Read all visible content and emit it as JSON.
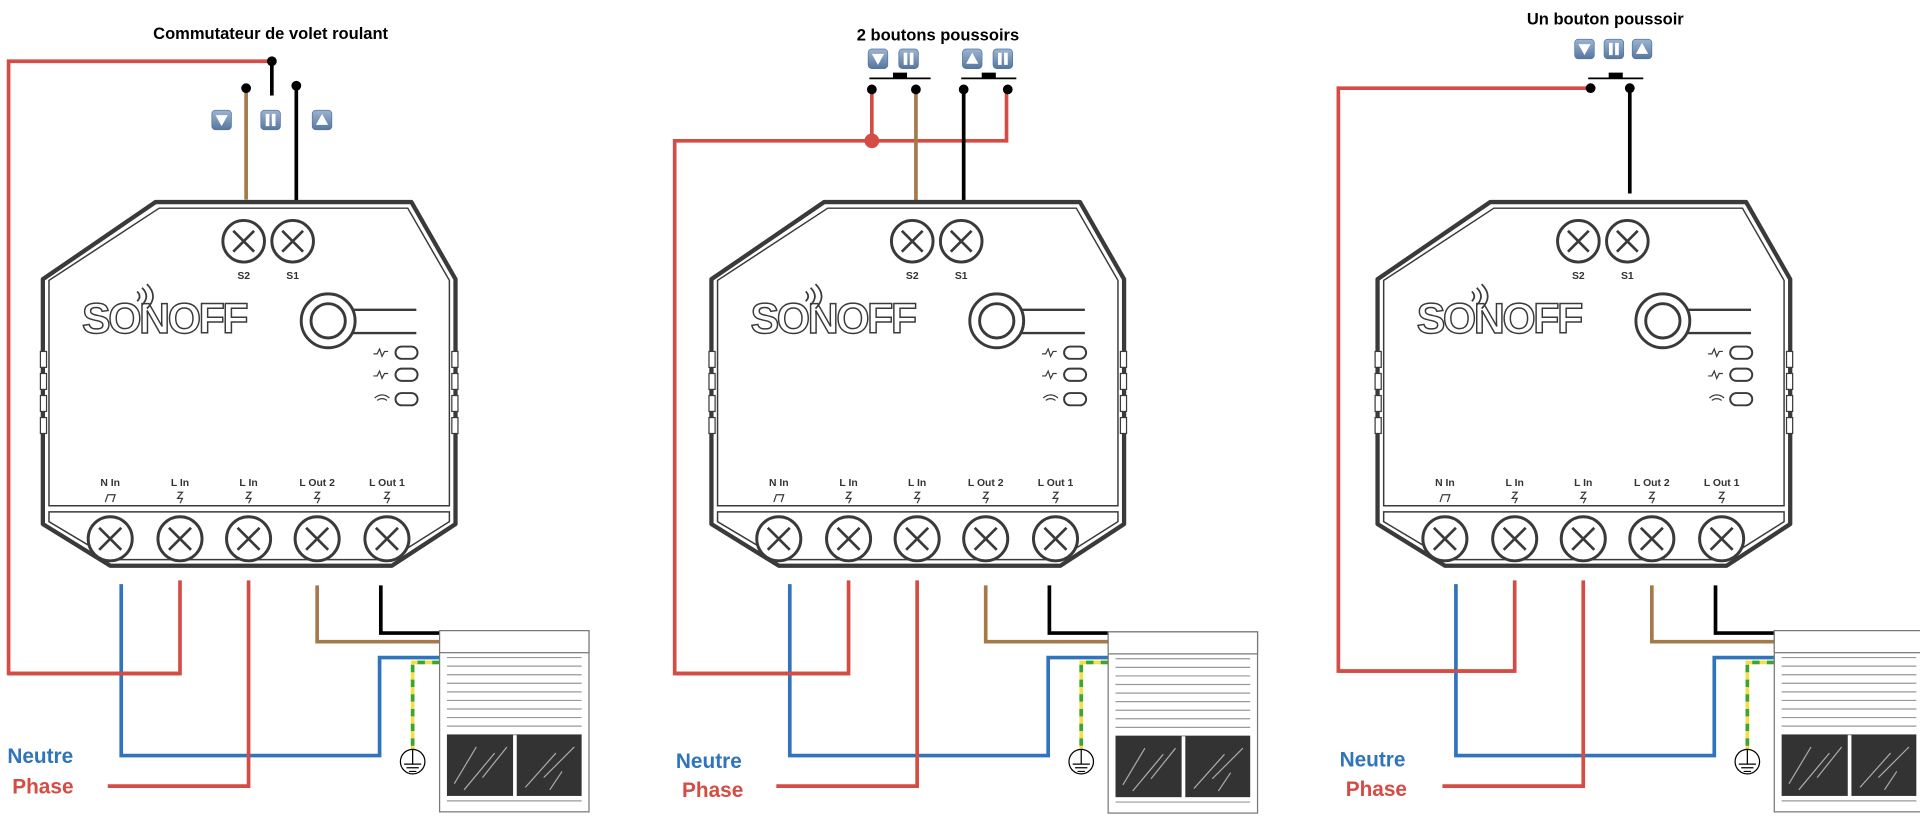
{
  "colors": {
    "phase": "#d44c44",
    "neutral": "#2f74bd",
    "brown": "#a57a48",
    "black": "#000000",
    "earth_green": "#3aa537",
    "earth_yellow": "#f2e04a",
    "device": "#3a3a3a",
    "icon": "#6f8db4"
  },
  "device": {
    "logo_text": "SONOFF",
    "top_terminals": [
      "S2",
      "S1"
    ],
    "bottom_terminals": [
      "N In",
      "L In",
      "L In",
      "L Out 2",
      "L Out 1"
    ]
  },
  "legend": {
    "neutral": "Neutre",
    "phase": "Phase"
  },
  "panels": [
    {
      "title": "Commutateur de volet roulant",
      "icons": [
        "down-arrow",
        "pause",
        "up-arrow"
      ]
    },
    {
      "title": "2 boutons poussoirs",
      "icons": [
        "down-arrow",
        "pause",
        "up-arrow",
        "pause"
      ]
    },
    {
      "title": "Un bouton poussoir",
      "icons": [
        "down-arrow",
        "pause",
        "up-arrow"
      ]
    }
  ]
}
